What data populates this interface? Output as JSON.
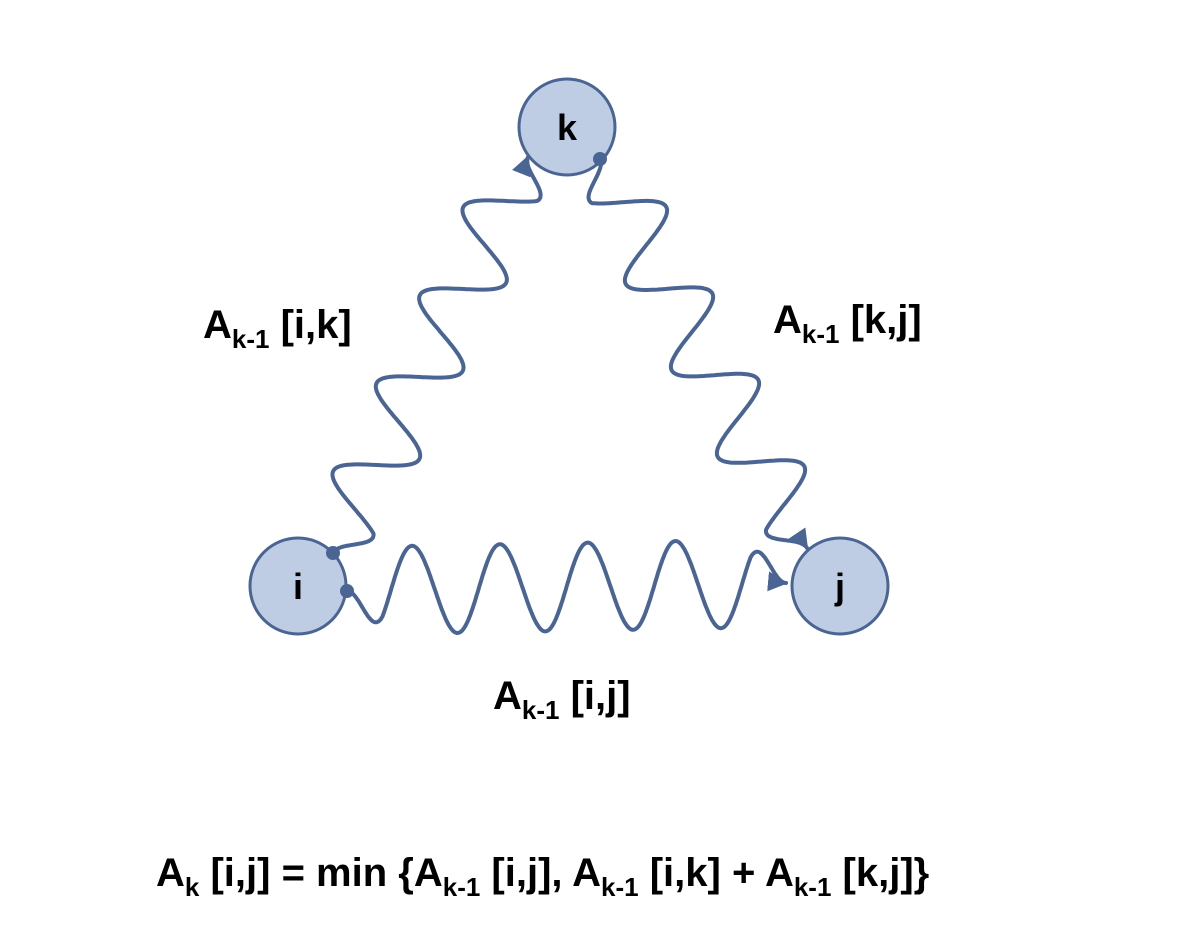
{
  "colors": {
    "node_fill": "#bfcde4",
    "node_stroke": "#4a6594",
    "edge": "#4a6594",
    "text": "#000000"
  },
  "nodes": {
    "k": {
      "label": "k"
    },
    "i": {
      "label": "i"
    },
    "j": {
      "label": "j"
    }
  },
  "edges": {
    "ik": {
      "base": "A",
      "sub": "k-1",
      "rest": " [i,k]"
    },
    "kj": {
      "base": "A",
      "sub": "k-1",
      "rest": " [k,j]"
    },
    "ij": {
      "base": "A",
      "sub": "k-1",
      "rest": " [i,j]"
    }
  },
  "formula": {
    "p1_base": "A",
    "p1_sub": "k",
    "p1_rest": " [i,j] = min {",
    "p2_base": "A",
    "p2_sub": "k-1",
    "p2_rest": " [i,j], ",
    "p3_base": "A",
    "p3_sub": "k-1",
    "p3_rest": " [i,k] + ",
    "p4_base": "A",
    "p4_sub": "k-1",
    "p4_rest": " [k,j]}"
  }
}
